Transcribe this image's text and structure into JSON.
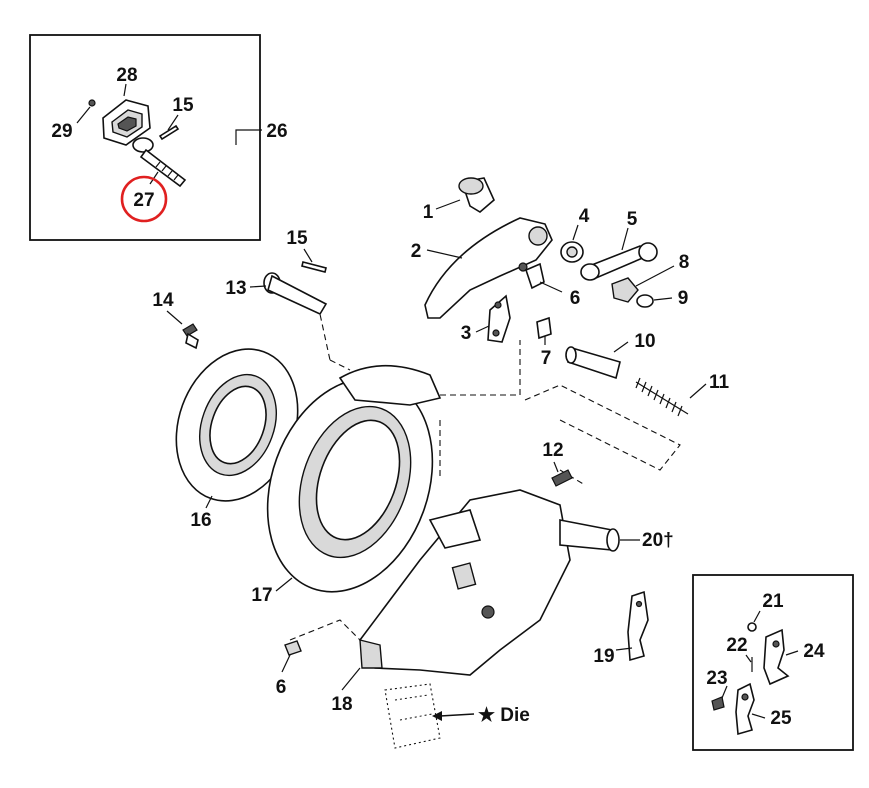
{
  "inset_top_left": {
    "labels": [
      "28",
      "15",
      "29",
      "26",
      "27"
    ],
    "highlighted_label": "27",
    "highlight_color": "#e02020"
  },
  "inset_bottom_right": {
    "labels": [
      "21",
      "22",
      "24",
      "23",
      "25"
    ]
  },
  "main_labels": {
    "p1": "1",
    "p2": "2",
    "p3": "3",
    "p4": "4",
    "p5": "5",
    "p6a": "6",
    "p6b": "6",
    "p7": "7",
    "p8": "8",
    "p9": "9",
    "p10": "10",
    "p11": "11",
    "p12": "12",
    "p13": "13",
    "p14": "14",
    "p15": "15",
    "p16": "16",
    "p17": "17",
    "p18": "18",
    "p19": "19",
    "p20": "20†"
  },
  "die_callout": "★ Die"
}
